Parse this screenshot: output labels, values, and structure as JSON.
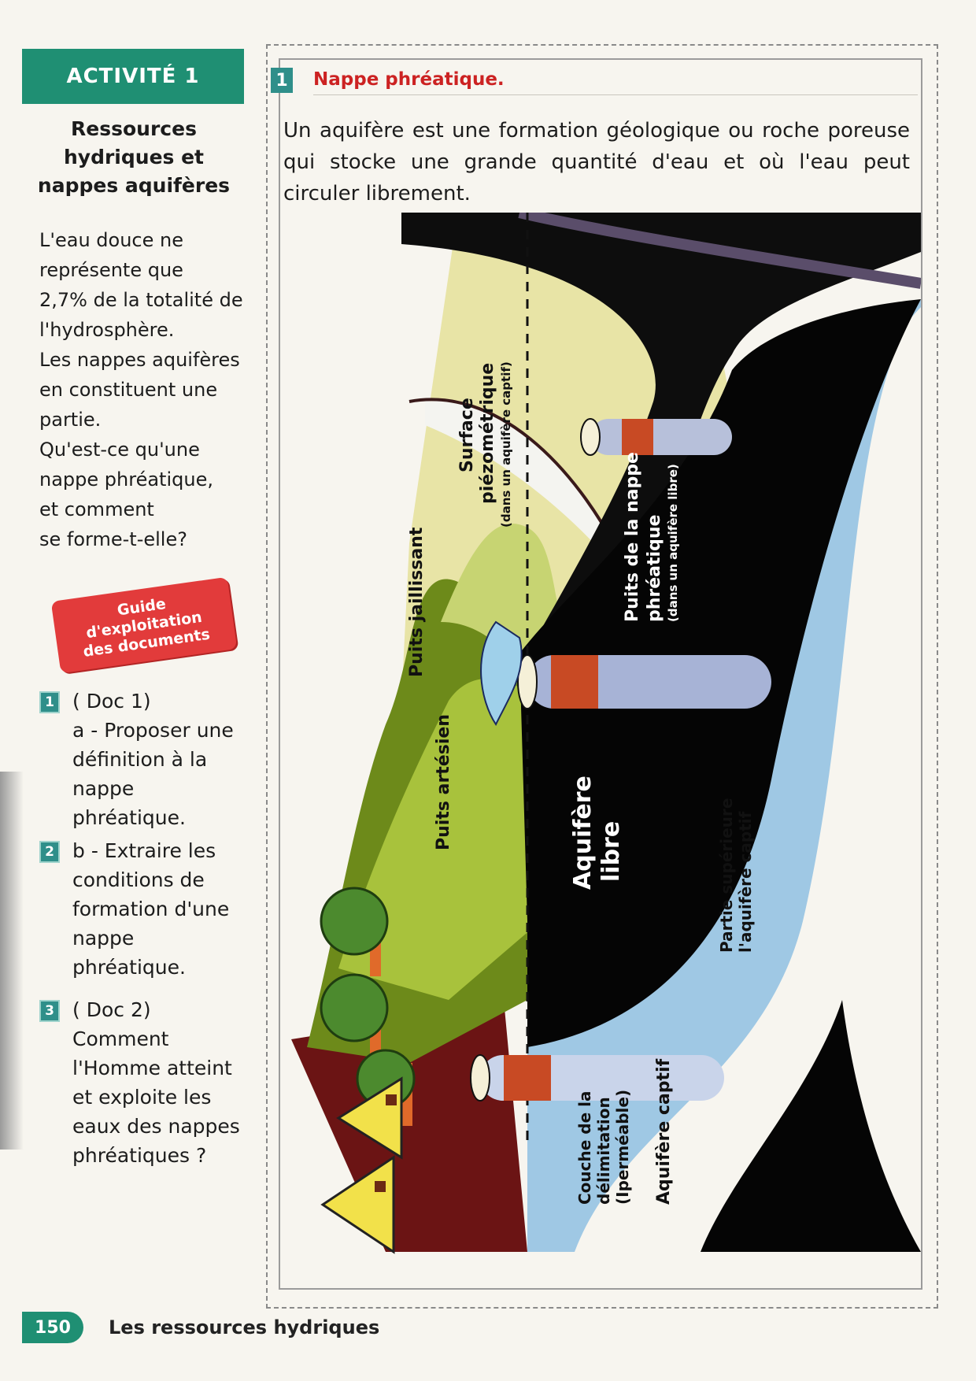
{
  "sidebar": {
    "activity_label": "ACTIVITÉ 1",
    "lesson_title": [
      "Ressources",
      "hydriques et",
      "nappes aquifères"
    ],
    "intro_lines": [
      "L'eau douce ne",
      "représente que",
      "2,7% de la totalité de",
      "l'hydrosphère.",
      "Les nappes aquifères",
      "en constituent une",
      "partie.",
      "Qu'est-ce qu'une",
      "nappe phréatique,",
      "et comment",
      "se forme-t-elle?"
    ],
    "guide_lines": [
      "Guide",
      "d'exploitation",
      "des documents"
    ],
    "questions": [
      {
        "num": "1",
        "lines": [
          "( Doc 1)",
          "a - Proposer une",
          "définition à la",
          "nappe phréatique."
        ]
      },
      {
        "num": "2",
        "lines": [
          "b - Extraire les",
          "conditions de",
          "formation d'une",
          "nappe phréatique."
        ]
      },
      {
        "num": "3",
        "lines": [
          "( Doc 2) Comment",
          "l'Homme atteint",
          "et exploite les",
          "eaux des nappes",
          "phréatiques ?"
        ]
      }
    ]
  },
  "document": {
    "num": "1",
    "title": "Nappe phréatique.",
    "text": "Un aquifère est une formation géologique ou roche poreuse qui stocke une grande quantité d'eau et où l'eau peut circuler librement."
  },
  "diagram": {
    "labels": {
      "surface_1": "Surface",
      "surface_2": "piézométrique",
      "surface_3": "(dans un aquifère captif)",
      "puits_nappe_1": "Puits de la nappe",
      "puits_nappe_2": "phréatique",
      "puits_nappe_3": "(dans un aquifère libre)",
      "puits_jaillissant": "Puits jaillissant",
      "puits_artesien": "Puits artésien",
      "aquifere_libre_1": "Aquifère",
      "aquifere_libre_2": "libre",
      "partie_sup_1": "Partie supérieure",
      "partie_sup_2": "l'aquifère captif",
      "couche_1": "Couche de la",
      "couche_2": "délimitation",
      "couche_3": "(Iperméable)",
      "aquifere_captif": "Aquifère captif"
    }
  },
  "footer": {
    "page_number": "150",
    "chapter_title": "Les ressources hydriques"
  }
}
